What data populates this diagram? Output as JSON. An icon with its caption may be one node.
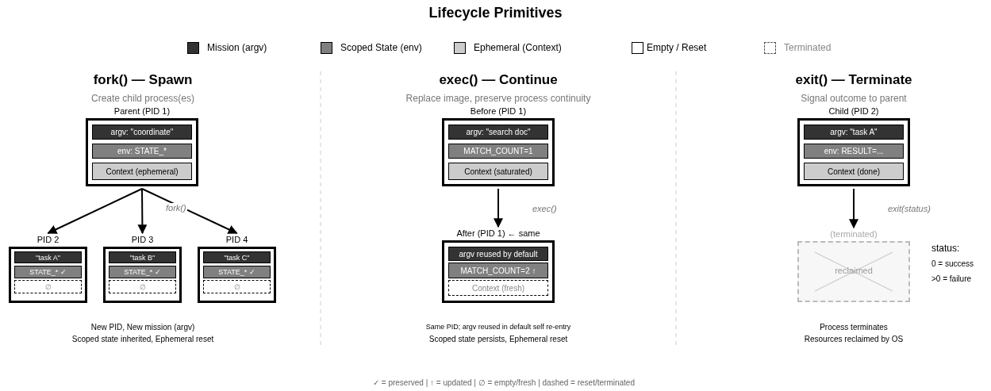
{
  "diagram": {
    "title": "Lifecycle Primitives",
    "nodes": [
      {
        "text": [
          "Parent (PID 1)"
        ]
      },
      {
        "text": [
          "argv: \"coordinate\""
        ],
        "in": 0
      },
      {
        "text": [
          "env: STATE_*"
        ],
        "in": 0
      },
      {
        "text": [
          "Context (ephemeral)"
        ],
        "in": 0
      },
      {
        "text": [
          "PID 2"
        ]
      },
      {
        "text": [
          "\"task A\""
        ],
        "in": 4
      },
      {
        "text": [
          "STATE_* ✓"
        ],
        "in": 4
      },
      {
        "text": [
          "∅"
        ],
        "in": 4
      },
      {
        "text": [
          "PID 3"
        ]
      },
      {
        "text": [
          "\"task B\""
        ],
        "in": 8
      },
      {
        "text": [
          "STATE_* ✓"
        ],
        "in": 8
      },
      {
        "text": [
          "∅"
        ],
        "in": 8
      },
      {
        "text": [
          "PID 4"
        ]
      },
      {
        "text": [
          "\"task C\""
        ],
        "in": 12
      },
      {
        "text": [
          "STATE_* ✓"
        ],
        "in": 12
      },
      {
        "text": [
          "∅"
        ],
        "in": 12
      },
      {
        "text": [
          "Before (PID 1)"
        ]
      },
      {
        "text": [
          "argv: \"search doc\""
        ],
        "in": 16
      },
      {
        "text": [
          "MATCH_COUNT=1"
        ],
        "in": 16
      },
      {
        "text": [
          "Context (saturated)"
        ],
        "in": 16
      },
      {
        "text": [
          "After (PID 1) ← same"
        ]
      },
      {
        "text": [
          "argv reused by default"
        ],
        "in": 20
      },
      {
        "text": [
          "MATCH_COUNT=2 ↑"
        ],
        "in": 20
      },
      {
        "text": [
          "Context (fresh)"
        ],
        "in": 20
      },
      {
        "text": [
          "Child (PID 2)"
        ]
      },
      {
        "text": [
          "argv: \"task A\""
        ],
        "in": 24
      },
      {
        "text": [
          "env: RESULT=..."
        ],
        "in": 24
      },
      {
        "text": [
          "Context (done)"
        ],
        "in": 24
      },
      {
        "text": [
          "(terminated)",
          "reclaimed"
        ]
      }
    ],
    "edges": [
      {
        "from": 0,
        "to": 4,
        "arrow": "to"
      },
      {
        "from": 0,
        "to": 8,
        "arrow": "to"
      },
      {
        "from": 0,
        "to": 12,
        "arrow": "to",
        "label": "fork()"
      },
      {
        "from": 16,
        "to": 20,
        "arrow": "to",
        "label": "exec()"
      },
      {
        "from": 24,
        "to": 28,
        "arrow": "to",
        "label": "exit(status)"
      }
    ],
    "labels": [
      "fork() — Spawn",
      "Create child process(es)",
      "exec() — Continue",
      "Replace image, preserve process continuity",
      "exit() — Terminate",
      "Signal outcome to parent",
      "status:",
      "0 = success",
      ">0 = failure",
      "New PID, New mission (argv)",
      "Scoped state inherited, Ephemeral reset",
      "Same PID; argv reused in default self re-entry",
      "Scoped state persists, Ephemeral reset",
      "Process terminates",
      "Resources reclaimed by OS",
      "✓ = preserved | ↑ = updated | ∅ = empty/fresh | dashed = reset/terminated"
    ],
    "legend": [
      {
        "text": "Mission (argv)",
        "color": "#333333"
      },
      {
        "text": "Scoped State (env)",
        "color": "#808080"
      },
      {
        "text": "Ephemeral (Context)",
        "color": "#cccccc"
      },
      {
        "text": "Empty / Reset",
        "color": "#ffffff"
      },
      {
        "text": "Terminated"
      }
    ]
  }
}
